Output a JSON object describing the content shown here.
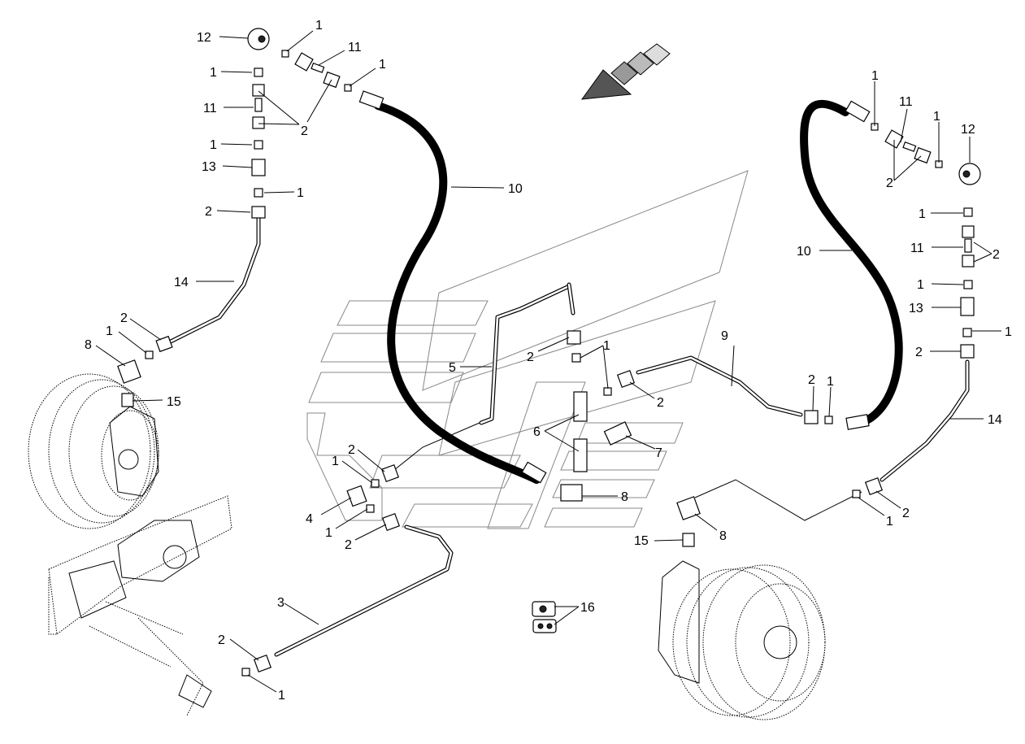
{
  "labels": [
    {
      "id": "l1a",
      "text": "1"
    },
    {
      "id": "l12a",
      "text": "12"
    },
    {
      "id": "l11a",
      "text": "11"
    },
    {
      "id": "l1b",
      "text": "1"
    },
    {
      "id": "l1c",
      "text": "1"
    },
    {
      "id": "l11b",
      "text": "11"
    },
    {
      "id": "l2a",
      "text": "2"
    },
    {
      "id": "l1d",
      "text": "1"
    },
    {
      "id": "l13a",
      "text": "13"
    },
    {
      "id": "l1e",
      "text": "1"
    },
    {
      "id": "l2b",
      "text": "2"
    },
    {
      "id": "l10a",
      "text": "10"
    },
    {
      "id": "l14a",
      "text": "14"
    },
    {
      "id": "l2c",
      "text": "2"
    },
    {
      "id": "l1f",
      "text": "1"
    },
    {
      "id": "l8a",
      "text": "8"
    },
    {
      "id": "l15a",
      "text": "15"
    },
    {
      "id": "l5",
      "text": "5"
    },
    {
      "id": "l2d",
      "text": "2"
    },
    {
      "id": "l1g",
      "text": "1"
    },
    {
      "id": "l9",
      "text": "9"
    },
    {
      "id": "l2e",
      "text": "2"
    },
    {
      "id": "l6",
      "text": "6"
    },
    {
      "id": "l7",
      "text": "7"
    },
    {
      "id": "l8b",
      "text": "8"
    },
    {
      "id": "l2f",
      "text": "2"
    },
    {
      "id": "l1h",
      "text": "1"
    },
    {
      "id": "l4",
      "text": "4"
    },
    {
      "id": "l1i",
      "text": "1"
    },
    {
      "id": "l2g",
      "text": "2"
    },
    {
      "id": "l3",
      "text": "3"
    },
    {
      "id": "l2h",
      "text": "2"
    },
    {
      "id": "l1j",
      "text": "1"
    },
    {
      "id": "l16",
      "text": "16"
    },
    {
      "id": "l1k",
      "text": "1"
    },
    {
      "id": "l11c",
      "text": "11"
    },
    {
      "id": "l1l",
      "text": "1"
    },
    {
      "id": "l12b",
      "text": "12"
    },
    {
      "id": "l2i",
      "text": "2"
    },
    {
      "id": "l1m",
      "text": "1"
    },
    {
      "id": "l10b",
      "text": "10"
    },
    {
      "id": "l11d",
      "text": "11"
    },
    {
      "id": "l2j",
      "text": "2"
    },
    {
      "id": "l1n",
      "text": "1"
    },
    {
      "id": "l13b",
      "text": "13"
    },
    {
      "id": "l1o",
      "text": "1"
    },
    {
      "id": "l2k",
      "text": "2"
    },
    {
      "id": "l2l",
      "text": "2"
    },
    {
      "id": "l1p",
      "text": "1"
    },
    {
      "id": "l14b",
      "text": "14"
    },
    {
      "id": "l2m",
      "text": "2"
    },
    {
      "id": "l1q",
      "text": "1"
    },
    {
      "id": "l8c",
      "text": "8"
    },
    {
      "id": "l15b",
      "text": "15"
    }
  ],
  "icons": {
    "direction_arrow": "direction-arrow-icon",
    "left_motor": "wheel-motor-left",
    "right_motor": "wheel-motor-right",
    "pump_assembly": "pump-assembly",
    "clamp": "clamp-icon"
  }
}
